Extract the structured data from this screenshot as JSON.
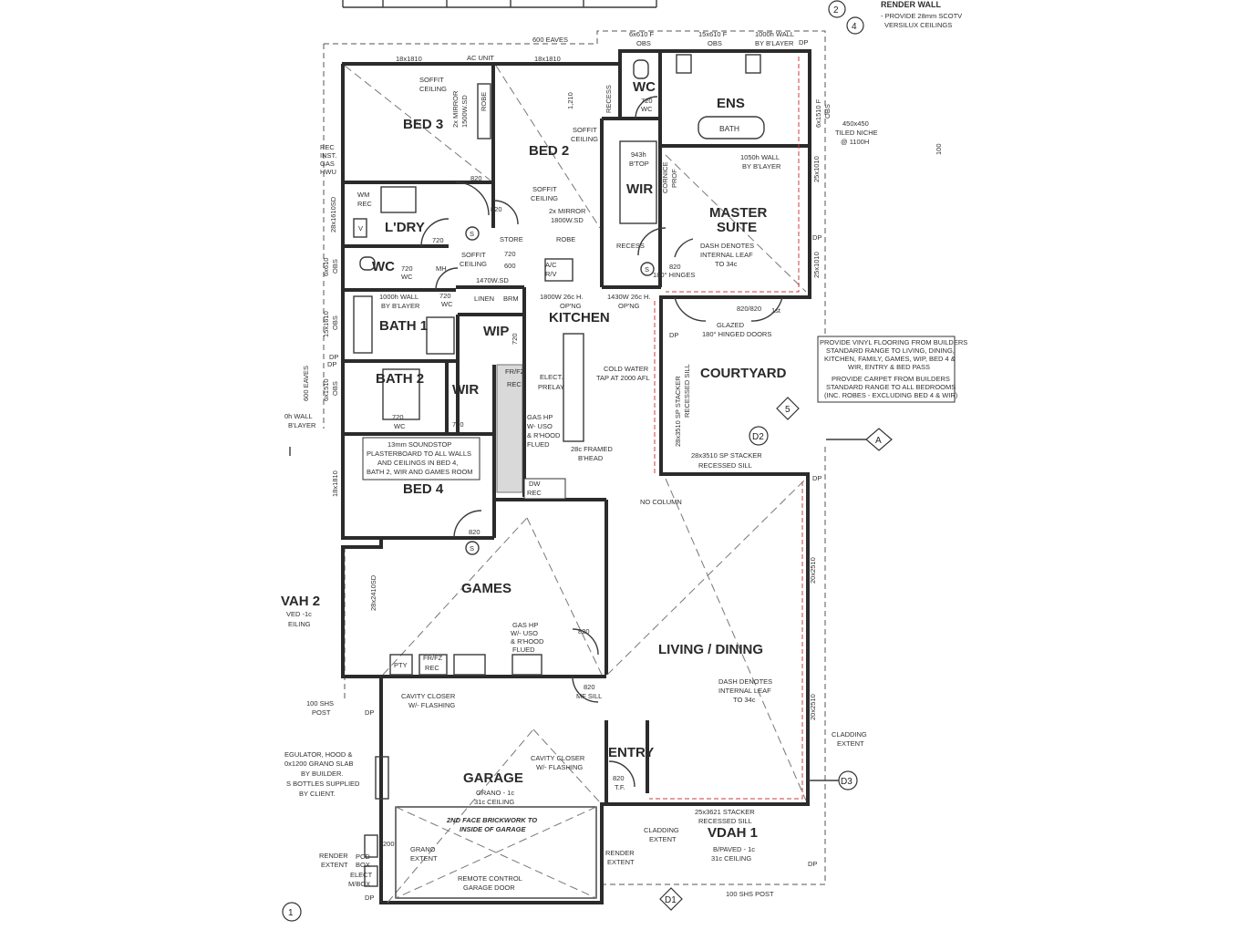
{
  "top_notes": {
    "render_wall": "RENDER WALL",
    "render_wall_sub1": "- PROVIDE 28mm SCOTV",
    "render_wall_sub2": "VERSILUX CEILINGS"
  },
  "rooms": {
    "bed3": "BED 3",
    "bed2": "BED 2",
    "ens": "ENS",
    "bath": "BATH",
    "wc_top": "WC",
    "wir_master": "WIR",
    "master1": "MASTER",
    "master2": "SUITE",
    "ldry": "L'DRY",
    "wc_left": "WC",
    "bath1": "BATH 1",
    "bath2": "BATH 2",
    "wir_left": "WIR",
    "wip": "WIP",
    "kitchen": "KITCHEN",
    "courtyard": "COURTYARD",
    "bed4": "BED 4",
    "games": "GAMES",
    "living": "LIVING / DINING",
    "entry": "ENTRY",
    "garage": "GARAGE",
    "vdah1": "VDAH 1",
    "vdah2": "VAH 2"
  },
  "labels": {
    "eaves_top": "600 EAVES",
    "eaves_left": "600 EAVES",
    "ac_unit": "AC UNIT",
    "win_18x1810a": "18x1810",
    "win_18x1810b": "18x1810",
    "win_18x1810c": "18x1810",
    "win_6x610": "6x610 F",
    "obs_a": "OBS",
    "win_15x610": "15x610 F",
    "obs_b": "OBS",
    "wall_1000h": "1000h WALL",
    "by_blayer_top": "BY B'LAYER",
    "dp": "DP",
    "soffit1a": "SOFFIT",
    "soffit1b": "CEILING",
    "mirror1a": "2x MIRROR",
    "mirror1b": "1500W.SD",
    "robe1": "ROBE",
    "recess1": "RECESS",
    "dim_1210": "1,210",
    "soffit2a": "SOFFIT",
    "soffit2b": "CEILING",
    "d720_wc": "720",
    "wc_text": "WC",
    "win_6x1510": "6x1510 F",
    "obs_c": "OBS",
    "niche1": "450x450",
    "niche2": "TILED NICHE",
    "niche3": "@ 1100H",
    "bench1": "943h",
    "bench2": "B'TOP",
    "cornice1": "CORNICE",
    "cornice2": "PROF",
    "wall_1050a": "1050h WALL",
    "wall_1050b": "BY B'LAYER",
    "win_25x1010": "25x1010",
    "rec_gas1": "REC",
    "rec_gas2": "INST.",
    "rec_gas3": "GAS",
    "rec_gas4": "HWU",
    "d820_a": "820",
    "soffit3a": "SOFFIT",
    "soffit3b": "CEILING",
    "mirror2a": "2x MIRROR",
    "mirror2b": "1800W.SD",
    "d820_b": "820",
    "wm1": "WM",
    "wm2": "REC",
    "v_box": "V",
    "win_28x1610": "28x1610SD",
    "d720_b": "720",
    "store": "STORE",
    "robe2": "ROBE",
    "recess2": "RECESS",
    "d720_c": "720",
    "d600": "600",
    "dash1": "DASH DENOTES",
    "dash2": "INTERNAL LEAF",
    "dash3": "TO 34c",
    "dp_r1": "DP",
    "win_25x1010b": "25x1010",
    "win_6x610b": "6x610",
    "obs_d": "OBS",
    "d720_wc2": "720",
    "wc2": "WC",
    "mh": "MH",
    "soffit4a": "SOFFIT",
    "soffit4b": "CEILING",
    "w1470": "1470W.SD",
    "ac1": "A/C",
    "ac2": "R/V",
    "hinge820": "820",
    "hinge_text": "180° HINGES",
    "dp_mid": "DP",
    "win_15x1610": "15x1610",
    "obs_e": "OBS",
    "wall_1000b1": "1000h WALL",
    "wall_1000b2": "BY B'LAYER",
    "d720_d": "720",
    "wc3": "WC",
    "linen": "LINEN",
    "brm": "BRM",
    "open1a": "1800W 26c H.",
    "open1b": "OP'NG",
    "open2a": "1430W 26c H.",
    "open2b": "OP'NG",
    "door820": "820/820",
    "one_st": "1st",
    "glazed": "GLAZED",
    "glazed2": "180° HINGED DOORS",
    "d720_wip": "720",
    "dp_cy": "DP",
    "cold1": "COLD WATER",
    "cold2": "TAP AT 2000 AFL",
    "frfz_k1": "FR/FZ",
    "frfz_k2": "REC",
    "elect1": "ELECT.",
    "elect2": "PRELAY",
    "win_6x1510b": "6x1510",
    "obs_f": "OBS",
    "dp_b2": "DP",
    "wall_ob": "0h WALL",
    "blayer_ob": "B'LAYER",
    "d720_e": "720",
    "wc4": "WC",
    "d720_f": "720",
    "gas1a": "GAS HP",
    "gas1b": "W- USO",
    "gas1c": "& R'HOOD",
    "gas1d": "FLUED",
    "stacker1": "28x3510 SP STACKER",
    "stacker1b": "RECESSED SILL",
    "sound1": "13mm SOUNDSTOP",
    "sound2": "PLASTERBOARD TO ALL WALLS",
    "sound3": "AND CEILINGS IN BED 4,",
    "sound4": "BATH 2, WIR AND GAMES ROOM",
    "framed1": "28c FRAMED",
    "framed2": "B'HEAD",
    "stacker2": "28x3510 SP STACKER",
    "stacker2b": "RECESSED SILL",
    "dw1": "DW",
    "dw2": "REC",
    "no_column": "NO COLUMN",
    "dp_r2": "DP",
    "win_18x1810d": "18x1810",
    "d820_c": "820",
    "win_28x2410": "28x2410SD",
    "win_20x2510": "20x2510",
    "d820_d": "820",
    "gas2a": "GAS HP",
    "gas2b": "W/- USO",
    "gas2c": "& R'HOOD",
    "gas2d": "FLUED",
    "pty": "PTY",
    "frfz1": "FR/FZ",
    "frfz2": "REC",
    "d820_e": "820",
    "mf_sill": "MF SILL",
    "dash4": "DASH DENOTES",
    "dash5": "INTERNAL LEAF",
    "dash6": "TO 34c",
    "win_20x2510b": "20x2510",
    "cavity1a": "CAVITY CLOSER",
    "cavity1b": "W/- FLASHING",
    "shs1": "100 SHS",
    "shs1b": "POST",
    "dp_g": "DP",
    "cladding1": "CLADDING",
    "cladding1b": "EXTENT",
    "reg1": "EGULATOR, HOOD &",
    "reg2": "0x1200 GRANO SLAB",
    "reg3": "BY BUILDER.",
    "reg4": "S BOTTLES SUPPLIED",
    "reg5": "BY CLIENT.",
    "cavity2a": "CAVITY CLOSER",
    "cavity2b": "W/- FLASHING",
    "t820": "820",
    "tf": "T.F.",
    "grano1": "GRANO - 1c",
    "grano2": "31c CEILING",
    "brick1": "2ND FACE BRICKWORK TO",
    "brick2": "INSIDE OF GARAGE",
    "stacker3": "25x3621 STACKER",
    "stacker3b": "RECESSED SILL",
    "cladding2": "CLADDING",
    "cladding2b": "EXTENT",
    "vdah1_sub1": "B/PAVED - 1c",
    "vdah1_sub2": "31c CEILING",
    "vdah2_sub1": "VED -1c",
    "vdah2_sub2": "EILING",
    "render1": "RENDER",
    "render1b": "EXTENT",
    "render2": "RENDER",
    "render2b": "EXTENT",
    "pcd1": "PCD",
    "pcd2": "BOX",
    "elect3": "ELECT",
    "elect4": "M/BOX",
    "d200": "200",
    "grano3": "GRANO",
    "grano4": "EXTENT",
    "remote1": "REMOTE CONTROL",
    "remote2": "GARAGE DOOR",
    "shs2": "100 SHS POST",
    "dp_bl": "DP",
    "dp_br": "DP",
    "s_symbol": "S",
    "flooring1": "PROVIDE VINYL FLOORING FROM BUILDERS",
    "flooring2": "STANDARD RANGE TO LIVING, DINING,",
    "flooring3": "KITCHEN, FAMILY, GAMES, WIP, BED 4 &",
    "flooring4": "WIR, ENTRY & BED PASS",
    "flooring5": "PROVIDE CARPET FROM BUILDERS",
    "flooring6": "STANDARD RANGE TO ALL BEDROOMS",
    "flooring7": "(INC. ROBES - EXCLUDING BED 4 & WIR)",
    "dim_right": "100"
  },
  "markers": {
    "m2": "2",
    "m4": "4",
    "m5": "5",
    "mA": "A",
    "mD1": "D1",
    "mD2": "D2",
    "mD3": "D3",
    "m1": "1"
  }
}
